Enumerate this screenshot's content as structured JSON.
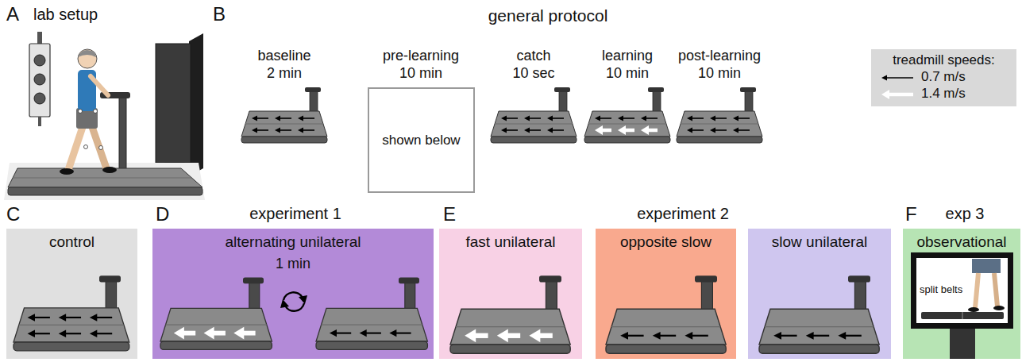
{
  "diagram": {
    "nodes": [
      {
        "text": [
          "shown below"
        ]
      },
      {
        "text": [
          "treadmill speeds:"
        ]
      },
      {
        "text": [
          "control"
        ]
      },
      {
        "text": [
          "alternating unilateral",
          "1 min"
        ]
      },
      {
        "text": [
          "fast unilateral"
        ]
      },
      {
        "text": [
          "opposite slow"
        ]
      },
      {
        "text": [
          "slow unilateral"
        ]
      },
      {
        "text": [
          "observational",
          "split belts"
        ]
      }
    ],
    "labels": [
      "A",
      "lab setup",
      "B",
      "general protocol",
      "baseline",
      "2 min",
      "pre-learning",
      "10 min",
      "catch",
      "10 sec",
      "learning",
      "10 min",
      "post-learning",
      "10 min",
      "C",
      "D",
      "experiment 1",
      "E",
      "experiment 2",
      "F",
      "exp 3"
    ],
    "legend": [
      {
        "text": "0.7 m/s"
      },
      {
        "text": "1.4 m/s"
      }
    ]
  }
}
